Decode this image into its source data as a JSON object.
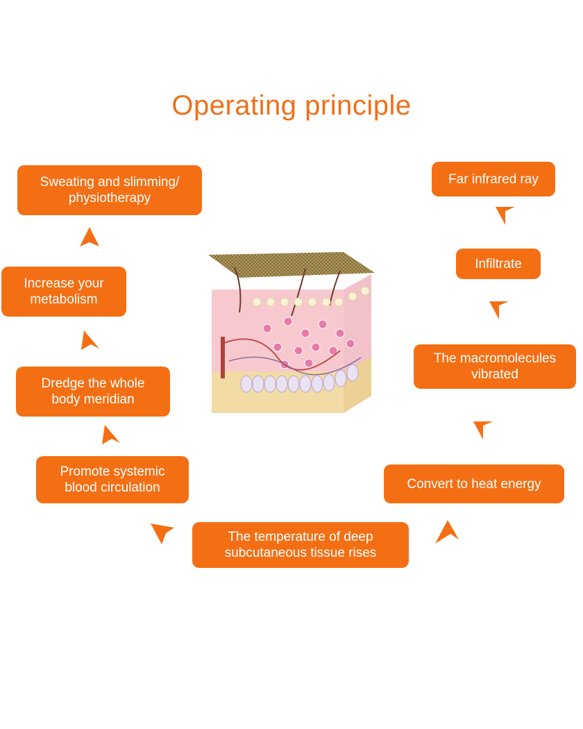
{
  "title": "Operating principle",
  "steps": [
    {
      "id": "far-infrared",
      "label": "Far infrared ray"
    },
    {
      "id": "infiltrate",
      "label": "Infiltrate"
    },
    {
      "id": "macromolecules",
      "label": "The macromolecules\nvibrated"
    },
    {
      "id": "heat",
      "label": "Convert to heat energy"
    },
    {
      "id": "temperature",
      "label": "The temperature of deep\nsubcutaneous tissue rises"
    },
    {
      "id": "circulation",
      "label": "Promote systemic\nblood circulation"
    },
    {
      "id": "meridian",
      "label": "Dredge the whole\nbody meridian"
    },
    {
      "id": "metabolism",
      "label": "Increase your\nmetabolism"
    },
    {
      "id": "sweating",
      "label": "Sweating and slimming/\nphysiotherapy"
    }
  ],
  "colors": {
    "accent": "#f46f14",
    "title": "#f07018"
  },
  "illustration": "skin-cross-section-with-patch"
}
